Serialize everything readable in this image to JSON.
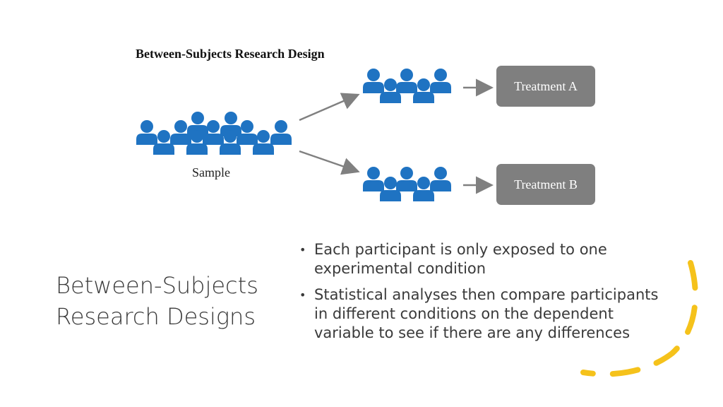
{
  "diagram": {
    "title": "Between-Subjects Research Design",
    "sample_label": "Sample",
    "treatments": [
      "Treatment A",
      "Treatment B"
    ],
    "icon": "person-group-icon",
    "icon_color": "#1f73c2",
    "arrow_color": "#808080",
    "box_color": "#7f7f7f"
  },
  "slide": {
    "title_line1": "Between-Subjects",
    "title_line2": "Research Designs",
    "bullets": [
      "Each participant is only exposed to one experimental condition",
      "Statistical analyses then compare participants in different conditions on the dependent variable to see if there are any differences"
    ],
    "bullet_glyph": "•",
    "accent_color": "#f5c21b"
  }
}
